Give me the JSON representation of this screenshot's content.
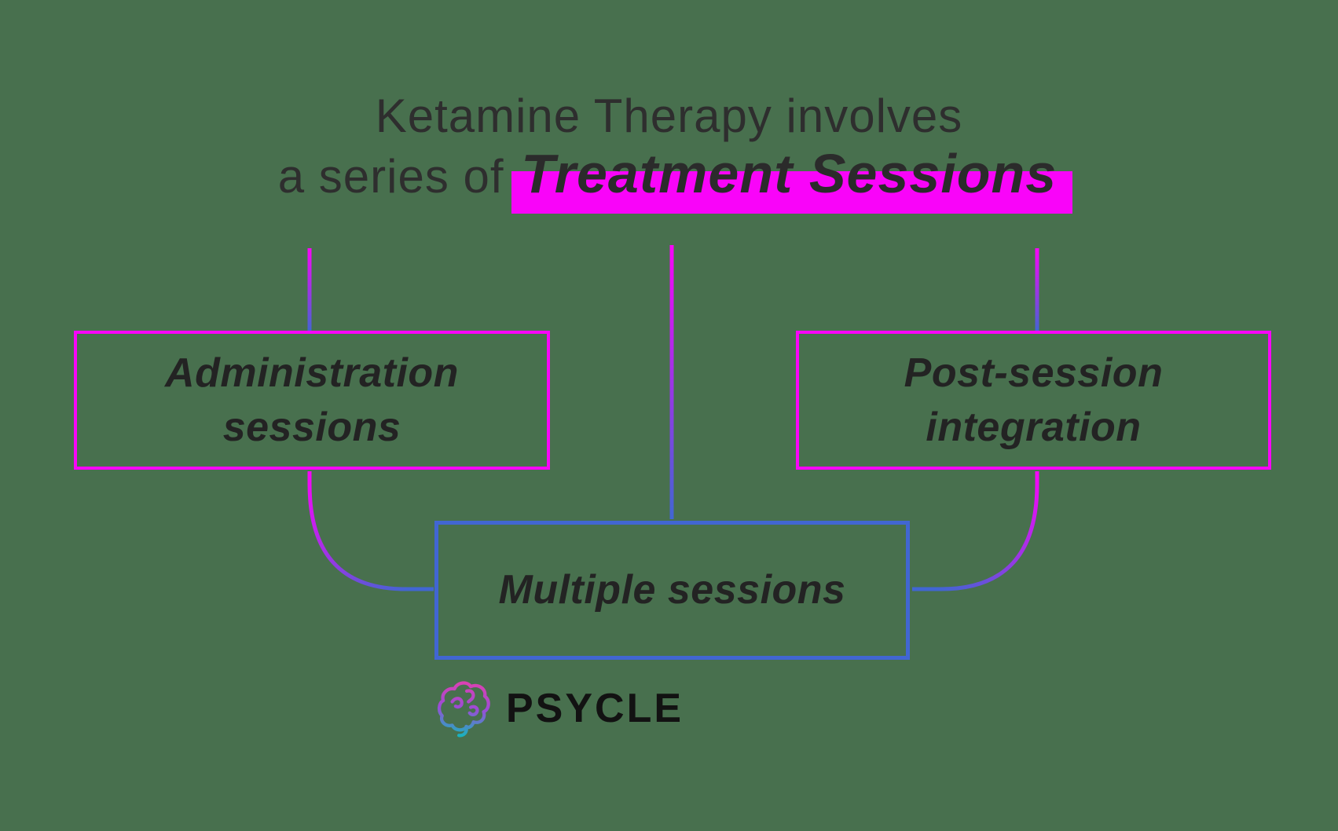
{
  "colors": {
    "background": "#48704E",
    "magenta": "#F904F9",
    "blue": "#4166D2",
    "text-dark": "#2E2E2E",
    "label-dark": "#232323",
    "logo-black": "#121212",
    "brain-pink": "#E040B0",
    "brain-mid": "#9A4CD6",
    "brain-teal": "#16B5BE"
  },
  "title": {
    "line1": "Ketamine Therapy involves",
    "line2_prefix": "a series of ",
    "line2_emphasis": "Treatment Sessions"
  },
  "boxes": {
    "administration": {
      "line1": "Administration",
      "line2": "sessions"
    },
    "post_session": {
      "line1": "Post-session",
      "line2": "integration"
    },
    "multiple": {
      "label": "Multiple sessions"
    }
  },
  "edges": [
    {
      "from": "title",
      "to": "administration"
    },
    {
      "from": "title",
      "to": "post_session"
    },
    {
      "from": "title",
      "to": "multiple"
    },
    {
      "from": "administration",
      "to": "multiple"
    },
    {
      "from": "post_session",
      "to": "multiple"
    }
  ],
  "logo": {
    "brand": "PSYCLE",
    "icon": "brain-icon"
  }
}
